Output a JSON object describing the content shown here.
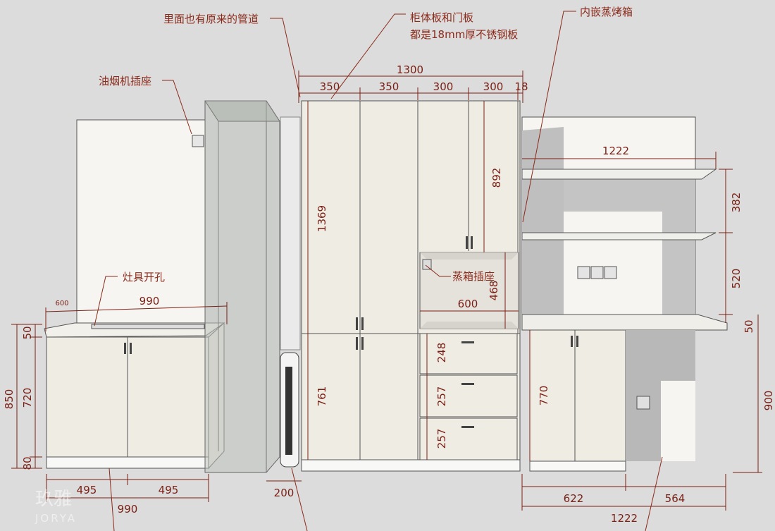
{
  "annotations": {
    "pipes": "里面也有原来的管道",
    "panels_line1": "柜体板和门板",
    "panels_line2": "都是18mm厚不锈钢板",
    "oven": "内嵌蒸烤箱",
    "hood_socket": "油烟机插座",
    "hob_cutout": "灶具开孔",
    "steam_socket": "蒸箱插座"
  },
  "dimensions": {
    "total_width": "1300",
    "w1": "350",
    "w2": "350",
    "w3": "300",
    "w4": "300",
    "w5": "18",
    "upper_h": "1369",
    "upper_right_h": "892",
    "steam_h": "468",
    "steam_w": "600",
    "lower_h": "761",
    "drawer1": "248",
    "drawer2": "257",
    "drawer3": "257",
    "counter_w": "990",
    "counter_depth_small": "600",
    "left_50": "50",
    "left_720": "720",
    "left_850": "850",
    "left_80": "80",
    "bottom_495a": "495",
    "bottom_495b": "495",
    "bottom_990": "990",
    "gap_200": "200",
    "shelf_w": "1222",
    "shelf_382": "382",
    "shelf_520": "520",
    "right_50": "50",
    "right_900": "900",
    "right_cab_h": "770",
    "bottom_622": "622",
    "bottom_564": "564",
    "bottom_1222": "1222"
  },
  "watermark": {
    "line1": "玖雅",
    "line2": "JORYA"
  },
  "colors": {
    "dimension": "#7a1f14",
    "panel": "#efece4",
    "background": "#dcdcdc"
  }
}
